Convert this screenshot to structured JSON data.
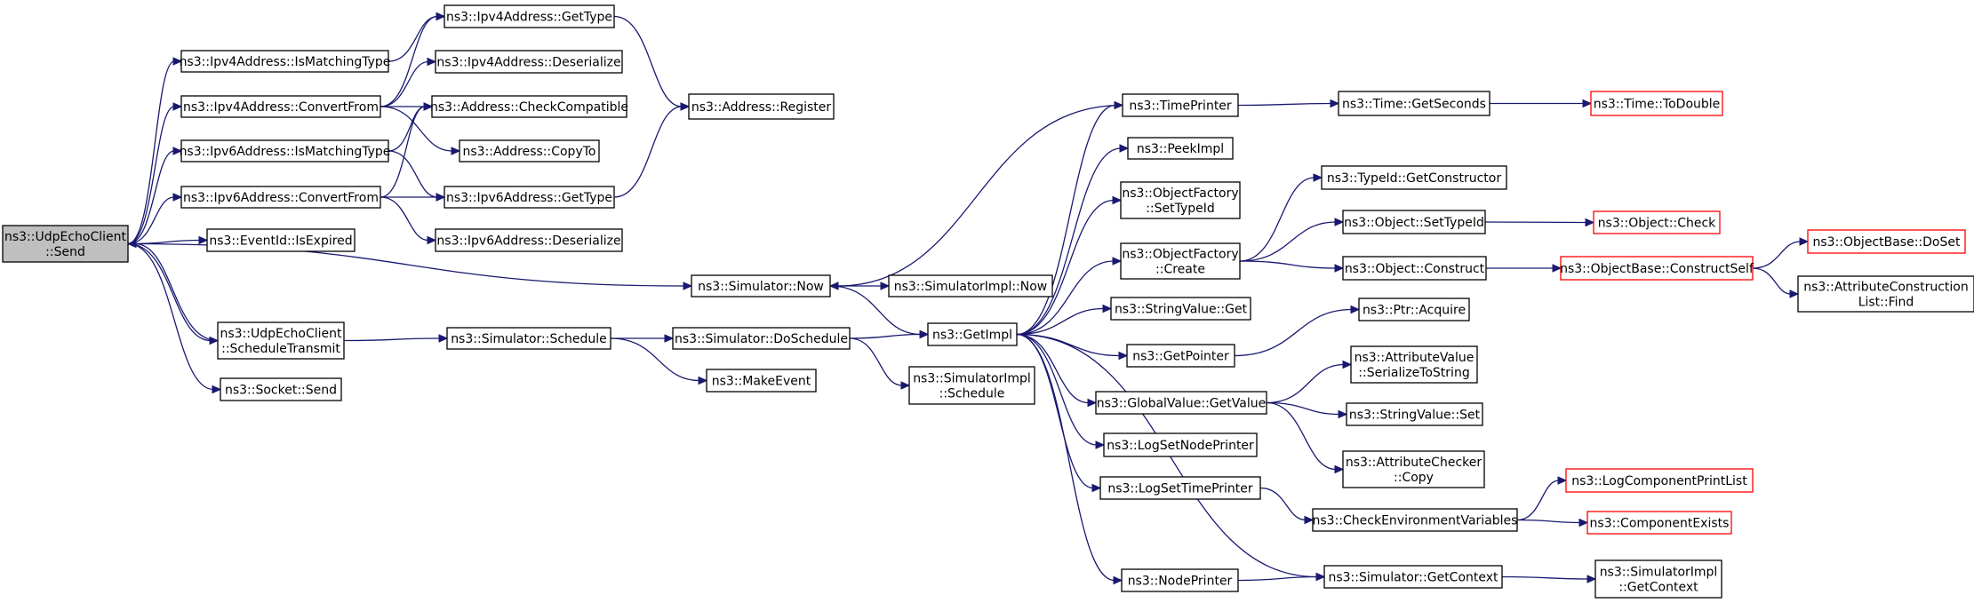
{
  "nodes": [
    {
      "id": "root",
      "lines": [
        "ns3::UdpEchoClient",
        "::Send"
      ],
      "root": true
    },
    {
      "id": "ipv4IsMatching",
      "lines": [
        "ns3::Ipv4Address::IsMatchingType"
      ]
    },
    {
      "id": "ipv4Convert",
      "lines": [
        "ns3::Ipv4Address::ConvertFrom"
      ]
    },
    {
      "id": "ipv6IsMatching",
      "lines": [
        "ns3::Ipv6Address::IsMatchingType"
      ]
    },
    {
      "id": "ipv6Convert",
      "lines": [
        "ns3::Ipv6Address::ConvertFrom"
      ]
    },
    {
      "id": "eventIdExpired",
      "lines": [
        "ns3::EventId::IsExpired"
      ]
    },
    {
      "id": "udpSchedule",
      "lines": [
        "ns3::UdpEchoClient",
        "::ScheduleTransmit"
      ]
    },
    {
      "id": "socketSend",
      "lines": [
        "ns3::Socket::Send"
      ]
    },
    {
      "id": "ipv4GetType",
      "lines": [
        "ns3::Ipv4Address::GetType"
      ]
    },
    {
      "id": "ipv4Deser",
      "lines": [
        "ns3::Ipv4Address::Deserialize"
      ]
    },
    {
      "id": "addrCheck",
      "lines": [
        "ns3::Address::CheckCompatible"
      ]
    },
    {
      "id": "addrCopyTo",
      "lines": [
        "ns3::Address::CopyTo"
      ]
    },
    {
      "id": "ipv6GetType",
      "lines": [
        "ns3::Ipv6Address::GetType"
      ]
    },
    {
      "id": "ipv6Deser",
      "lines": [
        "ns3::Ipv6Address::Deserialize"
      ]
    },
    {
      "id": "addrRegister",
      "lines": [
        "ns3::Address::Register"
      ]
    },
    {
      "id": "simNow",
      "lines": [
        "ns3::Simulator::Now"
      ]
    },
    {
      "id": "simImplNow",
      "lines": [
        "ns3::SimulatorImpl::Now"
      ]
    },
    {
      "id": "simSchedule",
      "lines": [
        "ns3::Simulator::Schedule"
      ]
    },
    {
      "id": "simDoSchedule",
      "lines": [
        "ns3::Simulator::DoSchedule"
      ]
    },
    {
      "id": "makeEvent",
      "lines": [
        "ns3::MakeEvent"
      ]
    },
    {
      "id": "simImplSchedule",
      "lines": [
        "ns3::SimulatorImpl",
        "::Schedule"
      ]
    },
    {
      "id": "getImpl",
      "lines": [
        "ns3::GetImpl"
      ]
    },
    {
      "id": "timePrinter",
      "lines": [
        "ns3::TimePrinter"
      ]
    },
    {
      "id": "peekImpl",
      "lines": [
        "ns3::PeekImpl"
      ]
    },
    {
      "id": "ofSetTypeId",
      "lines": [
        "ns3::ObjectFactory",
        "::SetTypeId"
      ]
    },
    {
      "id": "ofCreate",
      "lines": [
        "ns3::ObjectFactory",
        "::Create"
      ]
    },
    {
      "id": "stringValueGet",
      "lines": [
        "ns3::StringValue::Get"
      ]
    },
    {
      "id": "getPointer",
      "lines": [
        "ns3::GetPointer"
      ]
    },
    {
      "id": "gvGetValue",
      "lines": [
        "ns3::GlobalValue::GetValue"
      ]
    },
    {
      "id": "logSetNodePrinter",
      "lines": [
        "ns3::LogSetNodePrinter"
      ]
    },
    {
      "id": "logSetTimePrinter",
      "lines": [
        "ns3::LogSetTimePrinter"
      ]
    },
    {
      "id": "nodePrinter",
      "lines": [
        "ns3::NodePrinter"
      ]
    },
    {
      "id": "timeGetSeconds",
      "lines": [
        "ns3::Time::GetSeconds"
      ]
    },
    {
      "id": "timeToDouble",
      "lines": [
        "ns3::Time::ToDouble"
      ],
      "truncated": true
    },
    {
      "id": "typeIdGetCtor",
      "lines": [
        "ns3::TypeId::GetConstructor"
      ]
    },
    {
      "id": "objSetTypeId",
      "lines": [
        "ns3::Object::SetTypeId"
      ]
    },
    {
      "id": "objConstruct",
      "lines": [
        "ns3::Object::Construct"
      ]
    },
    {
      "id": "objCheck",
      "lines": [
        "ns3::Object::Check"
      ],
      "truncated": true
    },
    {
      "id": "objBaseConstructSelf",
      "lines": [
        "ns3::ObjectBase::ConstructSelf"
      ],
      "truncated": true
    },
    {
      "id": "objBaseDoSet",
      "lines": [
        "ns3::ObjectBase::DoSet"
      ],
      "truncated": true
    },
    {
      "id": "attrConstrListFind",
      "lines": [
        "ns3::AttributeConstruction",
        "List::Find"
      ]
    },
    {
      "id": "ptrAcquire",
      "lines": [
        "ns3::Ptr::Acquire"
      ]
    },
    {
      "id": "attrValueSerialize",
      "lines": [
        "ns3::AttributeValue",
        "::SerializeToString"
      ]
    },
    {
      "id": "stringValueSet",
      "lines": [
        "ns3::StringValue::Set"
      ]
    },
    {
      "id": "attrCheckerCopy",
      "lines": [
        "ns3::AttributeChecker",
        "::Copy"
      ]
    },
    {
      "id": "checkEnvVars",
      "lines": [
        "ns3::CheckEnvironmentVariables"
      ]
    },
    {
      "id": "logCompPrintList",
      "lines": [
        "ns3::LogComponentPrintList"
      ],
      "truncated": true
    },
    {
      "id": "componentExists",
      "lines": [
        "ns3::ComponentExists"
      ],
      "truncated": true
    },
    {
      "id": "simGetContext",
      "lines": [
        "ns3::Simulator::GetContext"
      ]
    },
    {
      "id": "simImplGetContext",
      "lines": [
        "ns3::SimulatorImpl",
        "::GetContext"
      ]
    }
  ],
  "edges": [
    [
      "root",
      "ipv4IsMatching"
    ],
    [
      "root",
      "ipv4Convert"
    ],
    [
      "root",
      "ipv6IsMatching"
    ],
    [
      "root",
      "ipv6Convert"
    ],
    [
      "root",
      "eventIdExpired"
    ],
    [
      "root",
      "simNow"
    ],
    [
      "root",
      "udpSchedule"
    ],
    [
      "root",
      "socketSend"
    ],
    [
      "ipv4IsMatching",
      "ipv4GetType"
    ],
    [
      "ipv4Convert",
      "ipv4GetType"
    ],
    [
      "ipv4Convert",
      "ipv4Deser"
    ],
    [
      "ipv4Convert",
      "addrCheck"
    ],
    [
      "ipv4Convert",
      "addrCopyTo"
    ],
    [
      "ipv6IsMatching",
      "addrCheck"
    ],
    [
      "ipv6IsMatching",
      "ipv6GetType"
    ],
    [
      "ipv6Convert",
      "addrCheck"
    ],
    [
      "ipv6Convert",
      "ipv6GetType"
    ],
    [
      "ipv6Convert",
      "ipv6Deser"
    ],
    [
      "ipv4GetType",
      "addrRegister"
    ],
    [
      "ipv6GetType",
      "addrRegister"
    ],
    [
      "udpSchedule",
      "root"
    ],
    [
      "udpSchedule",
      "simSchedule"
    ],
    [
      "simNow",
      "simImplNow"
    ],
    [
      "simNow",
      "getImpl"
    ],
    [
      "simSchedule",
      "simDoSchedule"
    ],
    [
      "simSchedule",
      "makeEvent"
    ],
    [
      "simDoSchedule",
      "getImpl"
    ],
    [
      "simDoSchedule",
      "simImplSchedule"
    ],
    [
      "getImpl",
      "timePrinter"
    ],
    [
      "getImpl",
      "peekImpl"
    ],
    [
      "getImpl",
      "ofSetTypeId"
    ],
    [
      "getImpl",
      "ofCreate"
    ],
    [
      "getImpl",
      "stringValueGet"
    ],
    [
      "getImpl",
      "getPointer"
    ],
    [
      "getImpl",
      "gvGetValue"
    ],
    [
      "getImpl",
      "logSetNodePrinter"
    ],
    [
      "getImpl",
      "logSetTimePrinter"
    ],
    [
      "getImpl",
      "nodePrinter"
    ],
    [
      "getImpl",
      "simGetContext"
    ],
    [
      "timePrinter",
      "simNow"
    ],
    [
      "timePrinter",
      "timeGetSeconds"
    ],
    [
      "timeGetSeconds",
      "timeToDouble"
    ],
    [
      "ofCreate",
      "typeIdGetCtor"
    ],
    [
      "ofCreate",
      "objSetTypeId"
    ],
    [
      "ofCreate",
      "objConstruct"
    ],
    [
      "objSetTypeId",
      "objCheck"
    ],
    [
      "objConstruct",
      "objBaseConstructSelf"
    ],
    [
      "objBaseConstructSelf",
      "objBaseDoSet"
    ],
    [
      "objBaseConstructSelf",
      "attrConstrListFind"
    ],
    [
      "getPointer",
      "ptrAcquire"
    ],
    [
      "gvGetValue",
      "attrValueSerialize"
    ],
    [
      "gvGetValue",
      "stringValueSet"
    ],
    [
      "gvGetValue",
      "attrCheckerCopy"
    ],
    [
      "logSetTimePrinter",
      "checkEnvVars"
    ],
    [
      "checkEnvVars",
      "logCompPrintList"
    ],
    [
      "checkEnvVars",
      "componentExists"
    ],
    [
      "nodePrinter",
      "simGetContext"
    ],
    [
      "simGetContext",
      "simImplGetContext"
    ]
  ]
}
